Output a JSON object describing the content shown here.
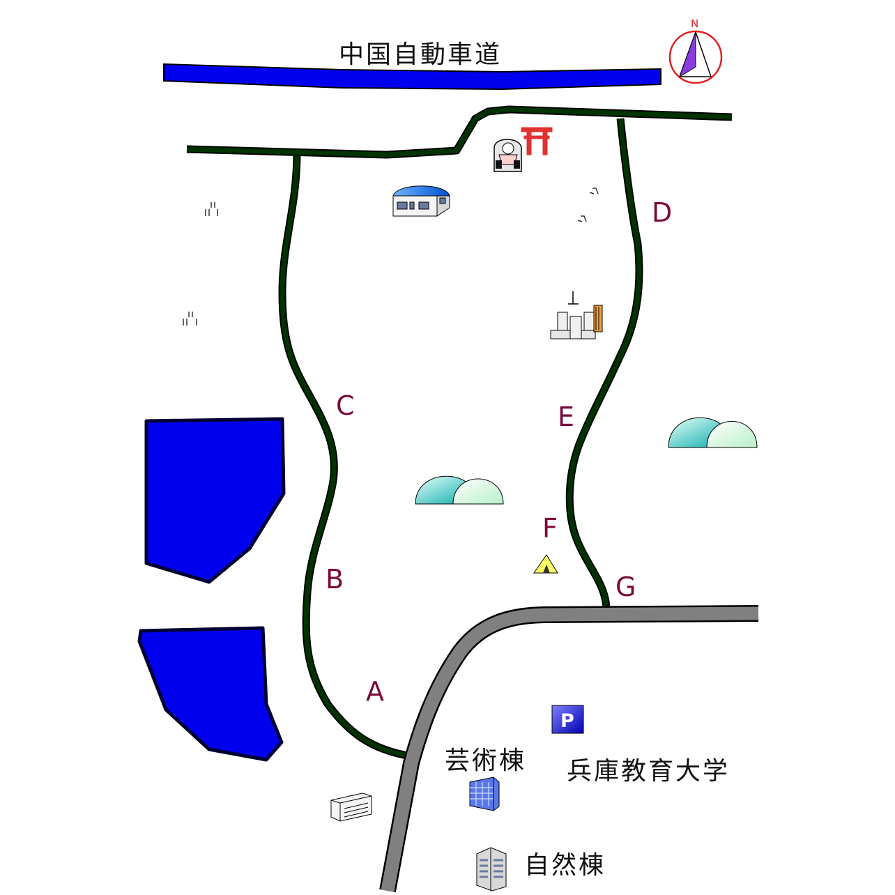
{
  "map": {
    "highway_label": "中国自動車道",
    "north_label": "N",
    "parking_label": "P",
    "waypoints": [
      "A",
      "B",
      "C",
      "D",
      "E",
      "F",
      "G"
    ],
    "buildings": {
      "arts": "芸術棟",
      "university": "兵庫教育大学",
      "science": "自然棟"
    },
    "colors": {
      "highway": "#0000ee",
      "trail": "#003300",
      "road": "#808080",
      "pond": "#0000ee",
      "waypoint_text": "#7a0a3a",
      "torii": "#e03030"
    }
  }
}
